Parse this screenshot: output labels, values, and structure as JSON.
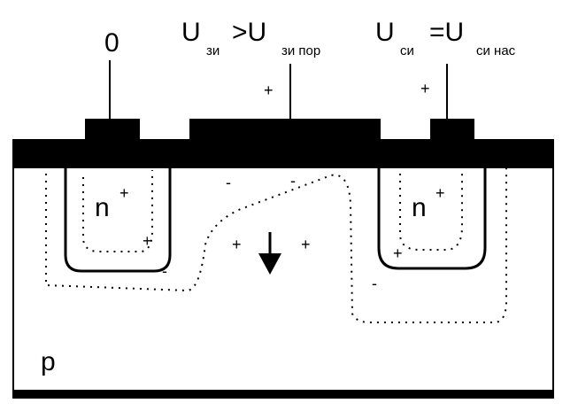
{
  "terminals": {
    "source": {
      "voltage": "0"
    },
    "gate": {
      "symbol": "U",
      "subscript": "зи",
      "relation": ">U",
      "threshold_subscript": "зи пор",
      "sign": "+"
    },
    "drain": {
      "symbol": "U",
      "subscript": "си",
      "relation": "=U",
      "saturation_subscript": "си нас",
      "sign": "+"
    }
  },
  "regions": {
    "source_region": {
      "type": "n",
      "charge": "+"
    },
    "drain_region": {
      "type": "n",
      "charge": "+"
    },
    "substrate": {
      "type": "p"
    }
  },
  "charges": {
    "plus": "+",
    "minus": "-"
  },
  "colors": {
    "ink": "#000000",
    "background": "#ffffff"
  },
  "icons": {
    "field_arrow": "down-arrow-icon"
  }
}
